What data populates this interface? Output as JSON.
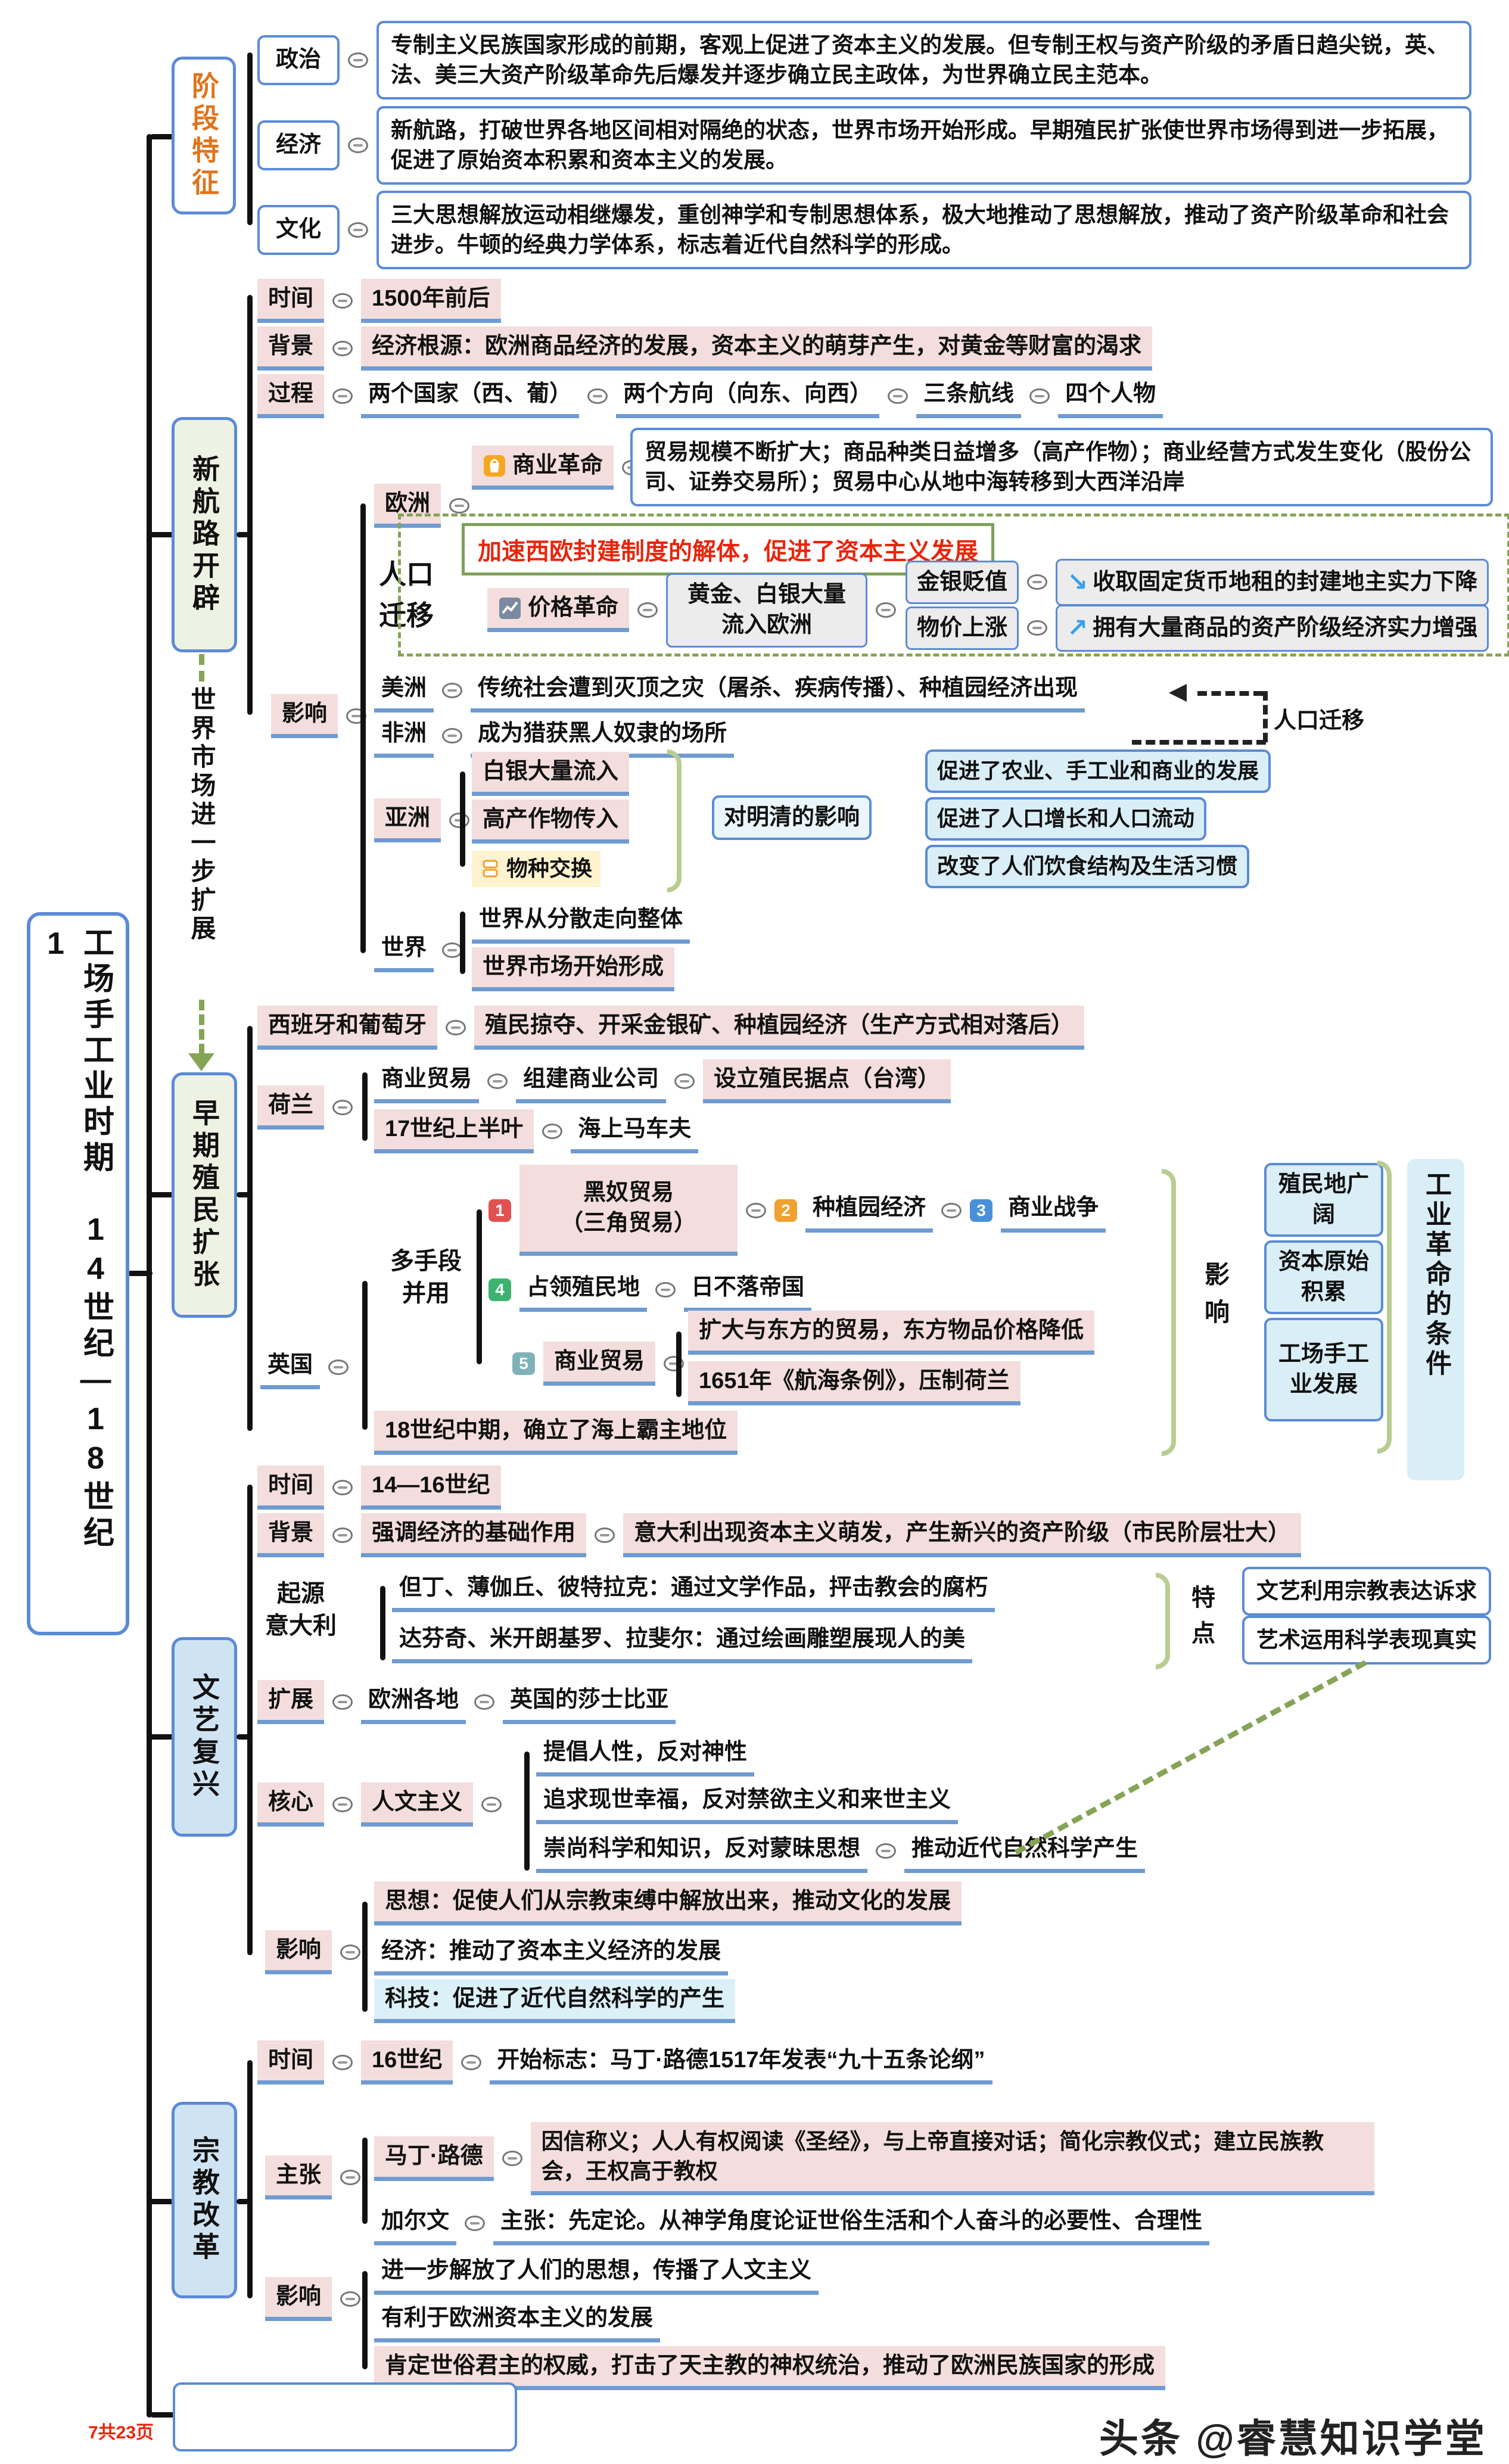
{
  "meta": {
    "page_number": "7共23页",
    "watermark": "头条 @睿慧知识学堂"
  },
  "root": {
    "label": "工场手工业时期　14世纪—18世纪　1"
  },
  "stage": {
    "label": "阶段特征",
    "items": [
      {
        "label": "政治",
        "text": "专制主义民族国家形成的前期，客观上促进了资本主义的发展。但专制王权与资产阶级的矛盾日趋尖锐，英、法、美三大资产阶级革命先后爆发并逐步确立民主政体，为世界确立民主范本。"
      },
      {
        "label": "经济",
        "text": "新航路，打破世界各地区间相对隔绝的状态，世界市场开始形成。早期殖民扩张使世界市场得到进一步拓展，促进了原始资本积累和资本主义的发展。"
      },
      {
        "label": "文化",
        "text": "三大思想解放运动相继爆发，重创神学和专制思想体系，极大地推动了思想解放，推动了资产阶级革命和社会进步。牛顿的经典力学体系，标志着近代自然科学的形成。"
      }
    ]
  },
  "voyage": {
    "label": "新航路开辟",
    "time_label": "时间",
    "time_value": "1500年前后",
    "background_label": "背景",
    "background_value": "经济根源：欧洲商品经济的发展，资本主义的萌芽产生，对黄金等财富的渴求",
    "process_label": "过程",
    "process_items": [
      "两个国家（西、葡）",
      "两个方向（向东、向西）",
      "三条航线",
      "四个人物"
    ],
    "impact_label": "影响",
    "europe": {
      "label": "欧洲",
      "migration_note": "人口\n迁移",
      "commerce_label": "商业革命",
      "commerce_text": "贸易规模不断扩大；商品种类日益增多（高产作物）；商业经营方式发生变化（股份公司、证券交易所）；贸易中心从地中海转移到大西洋沿岸",
      "red_note": "加速西欧封建制度的解体，促进了资本主义发展",
      "price_label": "价格革命",
      "price_cause": "黄金、白银大量流入欧洲",
      "price_branch1": "金银贬值",
      "price_result1": "收取固定货币地租的封建地主实力下降",
      "price_branch2": "物价上涨",
      "price_result2": "拥有大量商品的资产阶级经济实力增强",
      "arrow_down": "↘",
      "arrow_up": "↗"
    },
    "america": {
      "label": "美洲",
      "text": "传统社会遭到灭顶之灾（屠杀、疾病传播）、种植园经济出现",
      "arrow_label": "人口迁移"
    },
    "africa": {
      "label": "非洲",
      "text": "成为猎获黑人奴隶的场所"
    },
    "asia": {
      "label": "亚洲",
      "items": [
        "白银大量流入",
        "高产作物传入"
      ],
      "note": "物种交换",
      "mingqing_label": "对明清的影响",
      "effects": [
        "促进了农业、手工业和商业的发展",
        "促进了人口增长和人口流动",
        "改变了人们饮食结构及生活习惯"
      ]
    },
    "world": {
      "label": "世界",
      "items": [
        "世界从分散走向整体",
        "世界市场开始形成"
      ]
    }
  },
  "colonial": {
    "label": "早期殖民扩张",
    "link_text": "世界市场进一步扩展",
    "spain": {
      "label": "西班牙和葡萄牙",
      "text": "殖民掠夺、开采金银矿、种植园经济（生产方式相对落后）"
    },
    "holland": {
      "label": "荷兰",
      "trade": "商业贸易",
      "company": "组建商业公司",
      "base": "设立殖民据点（台湾）",
      "period": "17世纪上半叶",
      "nickname": "海上马车夫"
    },
    "britain": {
      "label": "英国",
      "methods_label": "多手段\n并用",
      "badge1": "1",
      "m1": "黑奴贸易\n（三角贸易）",
      "badge2": "2",
      "m2": "种植园经济",
      "badge3": "3",
      "m3": "商业战争",
      "badge4": "4",
      "m4": "占领殖民地",
      "m4_result": "日不落帝国",
      "badge5": "5",
      "m5": "商业贸易",
      "m5_result1": "扩大与东方的贸易，东方物品价格降低",
      "m5_result2": "1651年《航海条例》，压制荷兰",
      "result": "18世纪中期，确立了海上霸主地位"
    },
    "impact_label": "影\n响",
    "impacts": [
      "殖民地广阔",
      "资本原始积累",
      "工场手工业发展"
    ],
    "condition": "工业革命的条件"
  },
  "renaissance": {
    "label": "文艺复兴",
    "time_label": "时间",
    "time_value": "14—16世纪",
    "background_label": "背景",
    "background1": "强调经济的基础作用",
    "background2": "意大利出现资本主义萌发，产生新兴的资产阶级（市民阶层壮大）",
    "origin_label": "起源\n意大利",
    "origin1": "但丁、薄伽丘、彼特拉克：通过文学作品，抨击教会的腐朽",
    "origin2": "达芬奇、米开朗基罗、拉斐尔：通过绘画雕塑展现人的美",
    "feature_label": "特\n点",
    "features": [
      "文艺利用宗教表达诉求",
      "艺术运用科学表现真实"
    ],
    "expand_label": "扩展",
    "expand1": "欧洲各地",
    "expand2": "英国的莎士比亚",
    "core_label": "核心",
    "core_value": "人文主义",
    "core1": "提倡人性，反对神性",
    "core2": "追求现世幸福，反对禁欲主义和来世主义",
    "core3": "崇尚科学和知识，反对蒙昧思想",
    "core3_result": "推动近代自然科学产生",
    "impact_label": "影响",
    "impact1": "思想：促使人们从宗教束缚中解放出来，推动文化的发展",
    "impact2": "经济：推动了资本主义经济的发展",
    "impact3": "科技：促进了近代自然科学的产生"
  },
  "reformation": {
    "label": "宗教改革",
    "time_label": "时间",
    "time_value": "16世纪",
    "time_mark": "开始标志：马丁·路德1517年发表“九十五条论纲”",
    "claims_label": "主张",
    "luther_label": "马丁·路德",
    "luther_text": "因信称义；人人有权阅读《圣经》，与上帝直接对话；简化宗教仪式；建立民族教会，王权高于教权",
    "calvin_label": "加尔文",
    "calvin_text": "主张：先定论。从神学角度论证世俗生活和个人奋斗的必要性、合理性",
    "impact_label": "影响",
    "impact1": "进一步解放了人们的思想，传播了人文主义",
    "impact2": "有利于欧洲资本主义的发展",
    "impact3": "肯定世俗君主的权威，打击了天主教的神权统治，推动了欧洲民族国家的形成"
  }
}
